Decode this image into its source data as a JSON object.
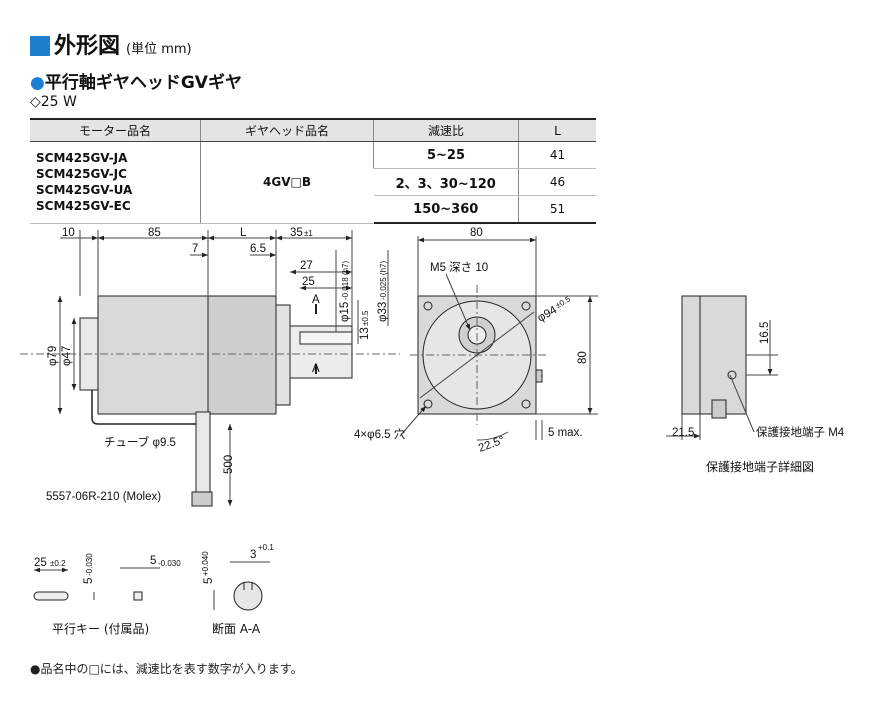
{
  "header": {
    "title": "外形図",
    "unit": "(単位 mm)",
    "subtitle": "平行軸ギヤヘッドGVギヤ",
    "power": "◇25 W"
  },
  "table": {
    "columns": [
      "モーター品名",
      "ギヤヘッド品名",
      "減速比",
      "L"
    ],
    "models": [
      "SCM425GV-JA",
      "SCM425GV-JC",
      "SCM425GV-UA",
      "SCM425GV-EC"
    ],
    "gearhead": "4GV□B",
    "rows": [
      {
        "ratio": "5~25",
        "L": "41"
      },
      {
        "ratio": "2、3、30~120",
        "L": "46"
      },
      {
        "ratio": "150~360",
        "L": "51"
      }
    ]
  },
  "dimensions": {
    "d10": "10",
    "d85": "85",
    "dL": "L",
    "d35": "35",
    "d35tol": "±1",
    "d7": "7",
    "d6_5": "6.5",
    "d27": "27",
    "d25": "25",
    "sectionA": "A",
    "phi15": "φ15",
    "phi15tol": "-0.018 (h7)",
    "d13": "13",
    "d13tol": "±0.5",
    "phi33": "φ33",
    "phi33tol": "-0.025 (h7)",
    "phi79": "φ79",
    "phi47": "φ47",
    "d80top": "80",
    "d80side": "80",
    "m5": "M5 深さ 10",
    "phi94": "φ94",
    "phi94tol": "±0.5",
    "holes": "4×φ6.5 穴",
    "angle": "22.5°",
    "max5": "5 max.",
    "tube": "チューブ φ9.5",
    "d500": "500",
    "connector": "5557-06R-210 (Molex)",
    "d16_5": "16.5",
    "d21_5": "21.5",
    "terminal": "保護接地端子 M4",
    "key25": "25",
    "key25tol": "±0.2",
    "key5": "5",
    "key5tol": "-0.030",
    "key5b": "5",
    "key5btol": "-0.030",
    "sec5": "5",
    "sec5tol": "+0.040",
    "sec3": "3",
    "sec3tol": "+0.1"
  },
  "captions": {
    "key": "平行キー (付属品)",
    "section": "断面 A-A",
    "detail": "保護接地端子詳細図"
  },
  "note": "●品名中の□には、減速比を表す数字が入ります。",
  "colors": {
    "accent": "#1e7fd0",
    "body": "#d9d9d9",
    "line": "#222222"
  }
}
